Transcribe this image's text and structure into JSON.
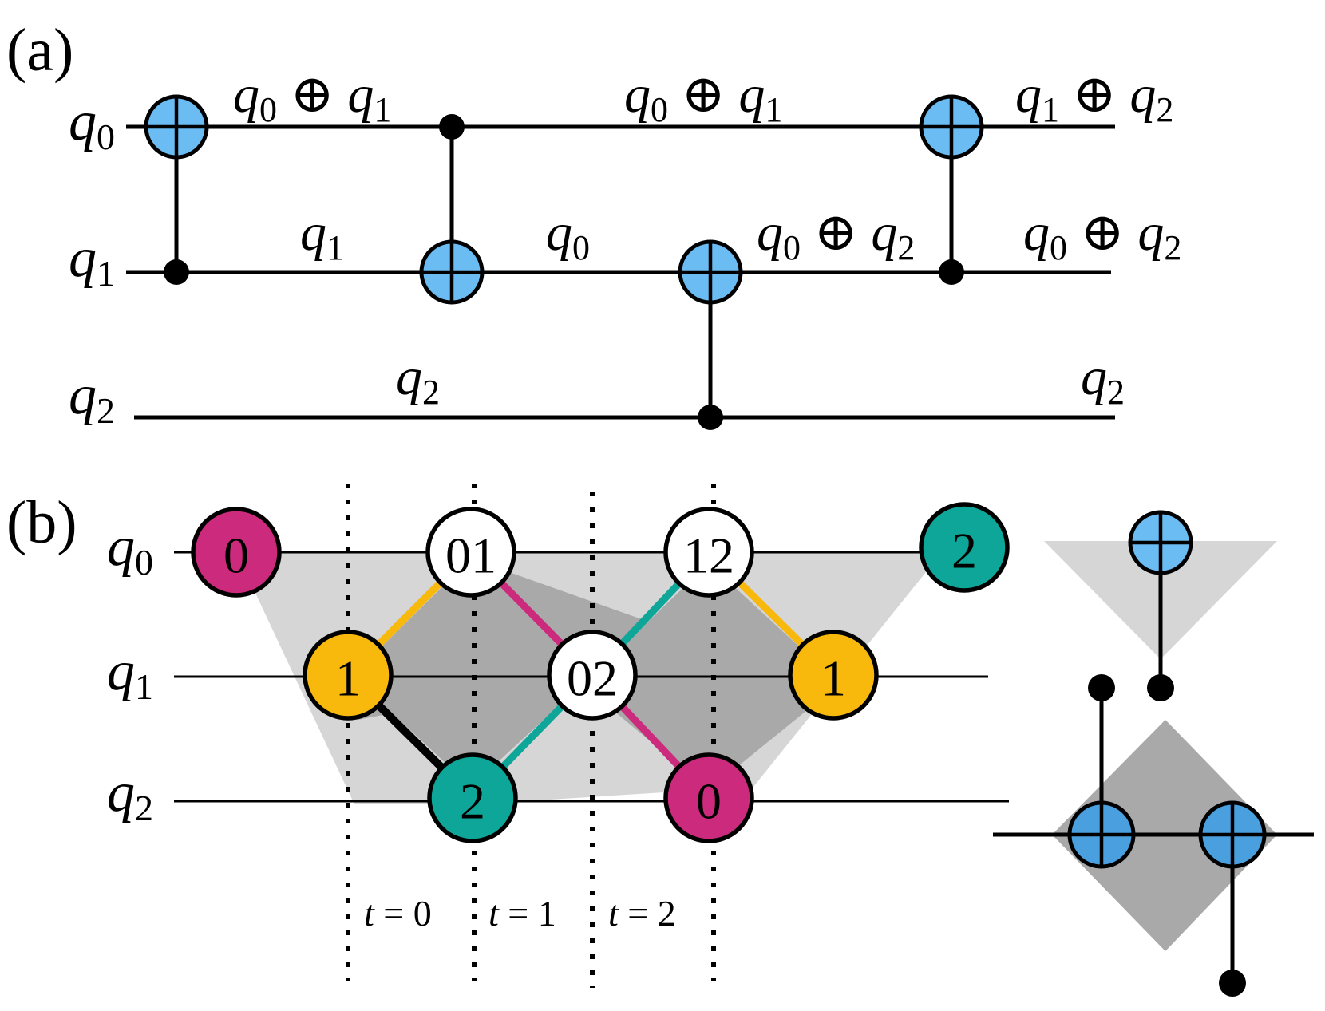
{
  "panel_a": {
    "label": "(a)",
    "wire_labels": {
      "q0": "q",
      "q0_sub": "0",
      "q1": "q",
      "q1_sub": "1",
      "q2": "q",
      "q2_sub": "2"
    },
    "state_labels": [
      {
        "id": "s1",
        "parts": [
          [
            "q",
            "0"
          ],
          "⊕",
          [
            "q",
            "1"
          ]
        ]
      },
      {
        "id": "s2",
        "parts": [
          [
            "q",
            "0"
          ],
          "⊕",
          [
            "q",
            "1"
          ]
        ]
      },
      {
        "id": "s3",
        "parts": [
          [
            "q",
            "1"
          ],
          "⊕",
          [
            "q",
            "2"
          ]
        ]
      },
      {
        "id": "s4",
        "parts": [
          [
            "q",
            "1"
          ]
        ]
      },
      {
        "id": "s5",
        "parts": [
          [
            "q",
            "0"
          ]
        ]
      },
      {
        "id": "s6",
        "parts": [
          [
            "q",
            "0"
          ],
          "⊕",
          [
            "q",
            "2"
          ]
        ]
      },
      {
        "id": "s7",
        "parts": [
          [
            "q",
            "0"
          ],
          "⊕",
          [
            "q",
            "2"
          ]
        ]
      },
      {
        "id": "s8",
        "parts": [
          [
            "q",
            "2"
          ]
        ]
      },
      {
        "id": "s9",
        "parts": [
          [
            "q",
            "2"
          ]
        ]
      }
    ]
  },
  "panel_b": {
    "label": "(b)",
    "wire_labels": {
      "q0": "q",
      "q0_sub": "0",
      "q1": "q",
      "q1_sub": "1",
      "q2": "q",
      "q2_sub": "2"
    },
    "nodes": [
      {
        "id": "n1",
        "label": "0",
        "color": "#cc2a7d"
      },
      {
        "id": "n2",
        "label": "01",
        "color": "#ffffff"
      },
      {
        "id": "n3",
        "label": "12",
        "color": "#ffffff"
      },
      {
        "id": "n4",
        "label": "2",
        "color": "#0ea699"
      },
      {
        "id": "n5",
        "label": "1",
        "color": "#f8b80c"
      },
      {
        "id": "n6",
        "label": "02",
        "color": "#ffffff"
      },
      {
        "id": "n7",
        "label": "1",
        "color": "#f8b80c"
      },
      {
        "id": "n8",
        "label": "2",
        "color": "#0ea699"
      },
      {
        "id": "n9",
        "label": "0",
        "color": "#cc2a7d"
      }
    ],
    "time_labels": [
      {
        "t": "t",
        "eq": "=",
        "v": "0"
      },
      {
        "t": "t",
        "eq": "=",
        "v": "1"
      },
      {
        "t": "t",
        "eq": "=",
        "v": "2"
      }
    ]
  },
  "colors": {
    "target_blue": "#6bbcf2",
    "target_blue_dark": "#4a9fde",
    "magenta": "#cc2a7d",
    "yellow": "#f8b80c",
    "teal": "#0ea699",
    "light_gray": "#d6d6d6",
    "dark_gray": "#a9a9a9"
  }
}
